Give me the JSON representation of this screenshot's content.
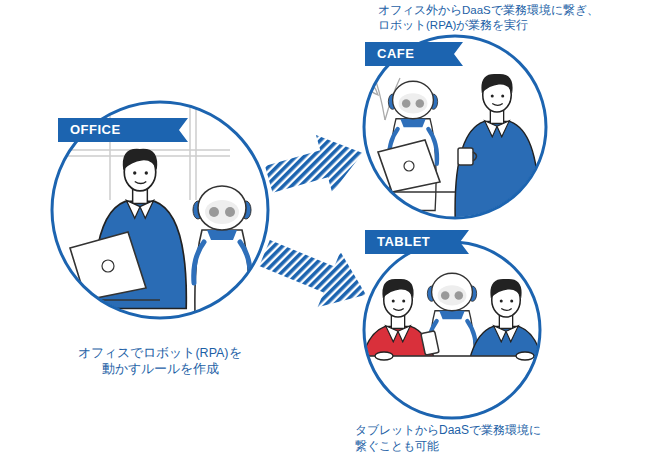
{
  "diagram": {
    "nodes": [
      {
        "text": [
          "OFFICE",
          "オフィスでロボット(RPA)を 動かすルールを作成"
        ]
      },
      {
        "text": [
          "CAFE",
          "オフィス外からDaaSで業務環境に繋ぎ、 ロボット(RPA)が業務を実行"
        ]
      },
      {
        "text": [
          "TABLET",
          "タブレットからDaaSで業務環境に 繋ぐことも可能"
        ]
      }
    ],
    "edges": [
      {
        "from": 0,
        "to": 1,
        "arrow": "to"
      },
      {
        "from": 0,
        "to": 2,
        "arrow": "to"
      }
    ]
  }
}
